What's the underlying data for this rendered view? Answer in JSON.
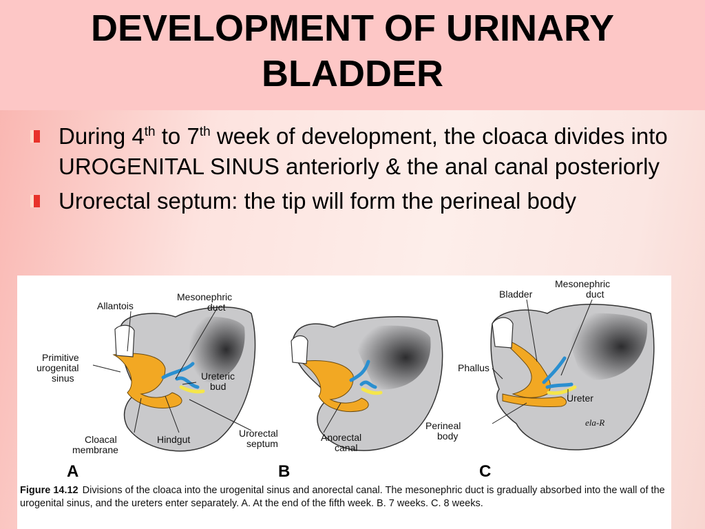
{
  "slide": {
    "title_line1": "DEVELOPMENT OF URINARY",
    "title_line2": "BLADDER"
  },
  "bullets": [
    {
      "part1": "During 4",
      "sup1": "th",
      "part2": " to 7",
      "sup2": "th",
      "part3": " week of development, the cloaca divides into UROGENITAL SINUS anteriorly & the anal canal posteriorly"
    },
    {
      "text": "Urorectal septum: the tip will form the perineal body"
    }
  ],
  "figure": {
    "labels": {
      "allantois": "Allantois",
      "mesonephric_a_1": "Mesonephric",
      "mesonephric_a_2": "duct",
      "primitive_1": "Primitive",
      "primitive_2": "urogenital",
      "primitive_3": "sinus",
      "ureteric_1": "Ureteric",
      "ureteric_2": "bud",
      "cloacal_1": "Cloacal",
      "cloacal_2": "membrane",
      "hindgut": "Hindgut",
      "urorectal_1": "Urorectal",
      "urorectal_2": "septum",
      "anorectal_1": "Anorectal",
      "anorectal_2": "canal",
      "bladder": "Bladder",
      "mesonephric_c_1": "Mesonephric",
      "mesonephric_c_2": "duct",
      "phallus": "Phallus",
      "ureter": "Ureter",
      "perineal_1": "Perineal",
      "perineal_2": "body"
    },
    "panels": {
      "a": "A",
      "b": "B",
      "c": "C"
    },
    "signature": "ela-R",
    "caption_number": "Figure 14.12",
    "caption_text": "Divisions of the cloaca into the urogenital sinus and anorectal canal. The mesonephric duct is gradually absorbed into the wall of the urogenital sinus, and the ureters enter separately. A. At the end of the fifth week. B. 7 weeks. C. 8 weeks.",
    "colors": {
      "tissue": "#c9c9cb",
      "tissue_dark": "#555558",
      "sinus": "#f2a823",
      "duct": "#2a8fd0",
      "bud": "#f5e64a"
    }
  }
}
